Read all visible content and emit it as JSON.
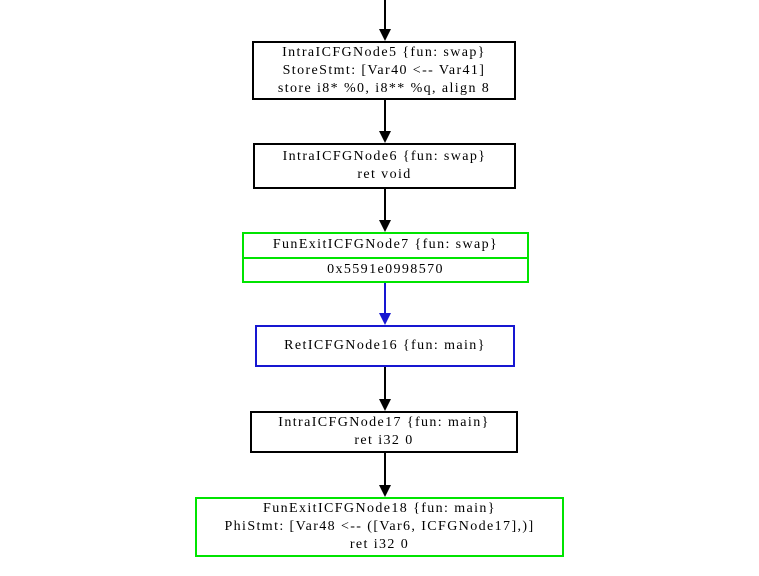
{
  "graph": {
    "background": "#ffffff",
    "colors": {
      "black": "#000000",
      "green": "#00e400",
      "blue": "#1717d1"
    },
    "nodes": [
      {
        "id": "IntraICFGNode5",
        "type": "intra-node",
        "border": "black",
        "lines": [
          "IntraICFGNode5 {fun: swap}",
          "StoreStmt: [Var40 <-- Var41]",
          "store i8* %0, i8** %q, align 8"
        ]
      },
      {
        "id": "IntraICFGNode6",
        "type": "intra-node",
        "border": "black",
        "lines": [
          "IntraICFGNode6 {fun: swap}",
          "ret void"
        ]
      },
      {
        "id": "FunExitICFGNode7",
        "type": "fun-exit-node",
        "border": "green",
        "compartments": [
          "FunExitICFGNode7 {fun: swap}",
          "0x5591e0998570"
        ]
      },
      {
        "id": "RetICFGNode16",
        "type": "ret-node",
        "border": "blue",
        "lines": [
          "RetICFGNode16 {fun: main}"
        ]
      },
      {
        "id": "IntraICFGNode17",
        "type": "intra-node",
        "border": "black",
        "lines": [
          "IntraICFGNode17 {fun: main}",
          "ret i32 0"
        ]
      },
      {
        "id": "FunExitICFGNode18",
        "type": "fun-exit-node",
        "border": "green",
        "lines": [
          "FunExitICFGNode18 {fun: main}",
          "PhiStmt: [Var48 <-- ([Var6, ICFGNode17],)]",
          "ret i32 0"
        ]
      }
    ],
    "edges": [
      {
        "from": "offscreen-top",
        "to": "IntraICFGNode5",
        "color": "black"
      },
      {
        "from": "IntraICFGNode5",
        "to": "IntraICFGNode6",
        "color": "black"
      },
      {
        "from": "IntraICFGNode6",
        "to": "FunExitICFGNode7",
        "color": "black"
      },
      {
        "from": "FunExitICFGNode7",
        "to": "RetICFGNode16",
        "color": "blue"
      },
      {
        "from": "RetICFGNode16",
        "to": "IntraICFGNode17",
        "color": "black"
      },
      {
        "from": "IntraICFGNode17",
        "to": "FunExitICFGNode18",
        "color": "black"
      }
    ]
  }
}
